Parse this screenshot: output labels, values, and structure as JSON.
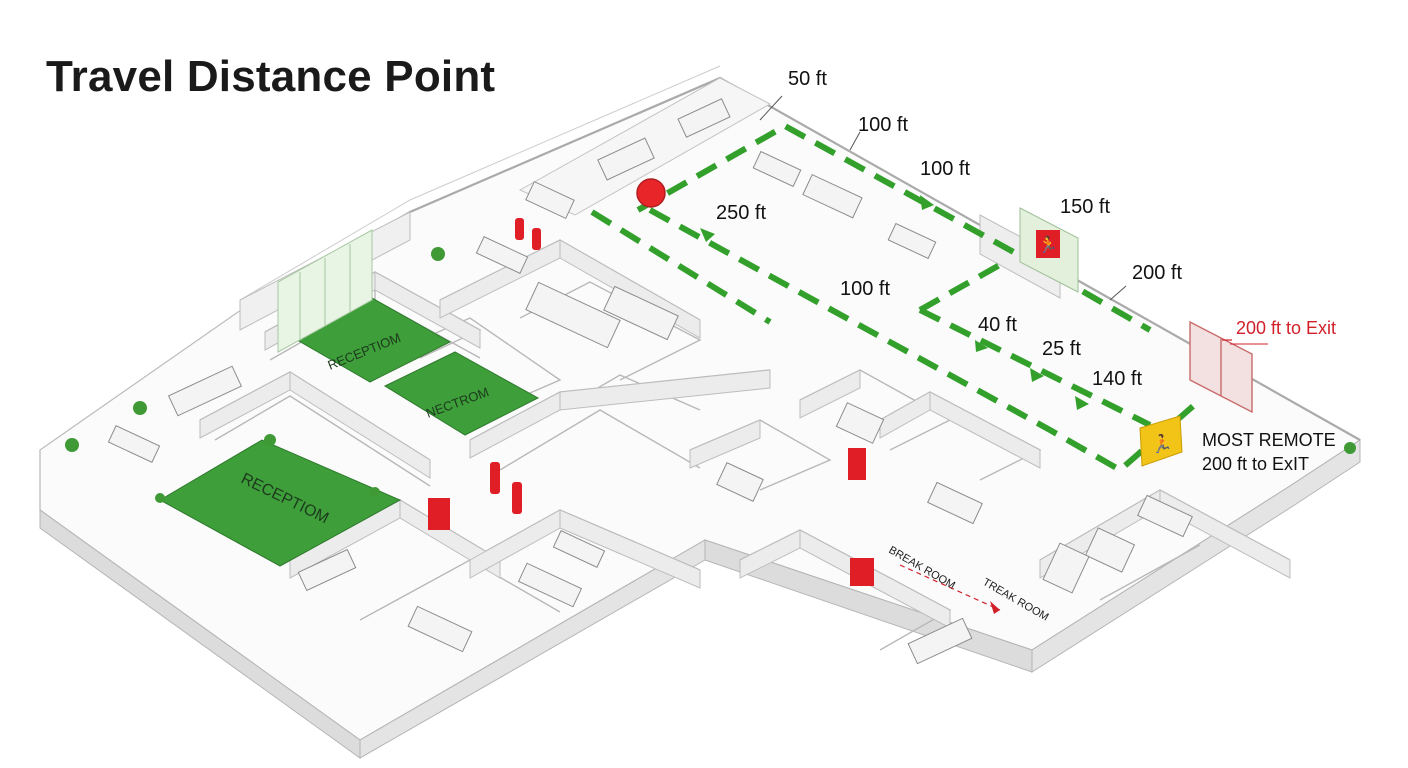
{
  "page": {
    "title": "Travel Distance Point"
  },
  "distance_labels": [
    {
      "id": "d50",
      "text": "50 ft"
    },
    {
      "id": "d100a",
      "text": "100 ft"
    },
    {
      "id": "d100b",
      "text": "100 ft"
    },
    {
      "id": "d150",
      "text": "150 ft"
    },
    {
      "id": "d200",
      "text": "200 ft"
    },
    {
      "id": "d250",
      "text": "250 ft"
    },
    {
      "id": "d100c",
      "text": "100 ft"
    },
    {
      "id": "d40",
      "text": "40 ft"
    },
    {
      "id": "d25",
      "text": "25 ft"
    },
    {
      "id": "d140",
      "text": "140 ft"
    }
  ],
  "exit_label": "200 ft to Exit",
  "remote_point": {
    "line1": "MOST REMOTE",
    "line2": "200 ft to ExIT"
  },
  "rooms": {
    "reception_1": "RECEPTIOM",
    "reception_2": "NECTROM",
    "reception_3": "RECEPTIOM",
    "break_room_1": "BREAK ROOM",
    "break_room_2": "TREAK ROOM"
  },
  "colors": {
    "path_green": "#33a02c",
    "floor_green": "#3d9e3a",
    "exit_red": "#e01e26",
    "remote_yellow": "#f2c417",
    "start_point_red": "#e8262a",
    "wall_gray": "#e6e6e6"
  },
  "icons": {
    "exit_sign": "running-man-exit-icon",
    "remote_sign": "running-man-remote-icon",
    "start_point": "travel-start-point-icon",
    "extinguisher": "fire-extinguisher-icon"
  }
}
